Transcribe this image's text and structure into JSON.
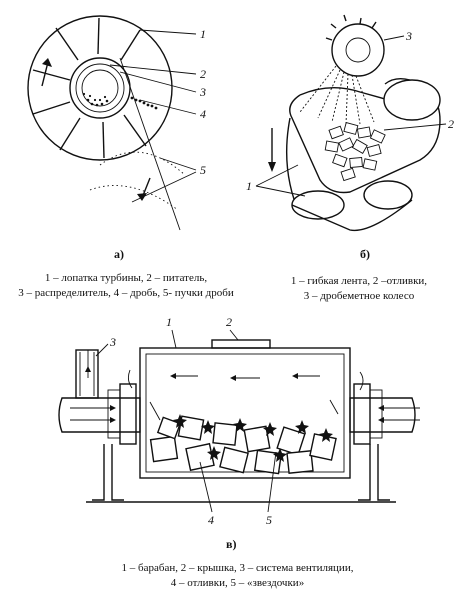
{
  "figures": {
    "a": {
      "label": "а)",
      "numbers": [
        "1",
        "2",
        "3",
        "4",
        "5"
      ],
      "caption_line1": "1 – лопатка турбины, 2 – питатель,",
      "caption_line2": "3 – распределитель, 4 – дробь, 5- пучки дроби"
    },
    "b": {
      "label": "б)",
      "numbers": [
        "1",
        "2",
        "3"
      ],
      "caption_line1": "1 – гибкая лента, 2 –отливки,",
      "caption_line2": "3 – дробеметное колесо"
    },
    "c": {
      "label": "в)",
      "numbers": [
        "1",
        "2",
        "3",
        "4",
        "5"
      ],
      "caption_line1": "1 – барабан, 2 – крышка, 3 – система вентиляции,",
      "caption_line2": "4 – отливки, 5 – «звездочки»"
    }
  }
}
